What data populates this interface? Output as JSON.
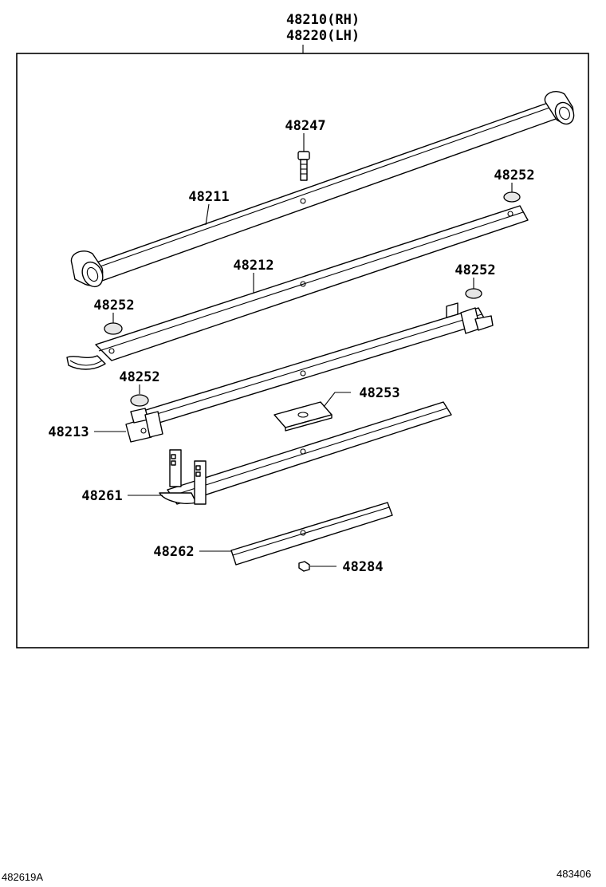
{
  "header": {
    "line1": "48210(RH)",
    "line2": "48220(LH)"
  },
  "parts": {
    "p48247": "48247",
    "p48211": "48211",
    "p48252_a": "48252",
    "p48212": "48212",
    "p48252_b": "48252",
    "p48252_c": "48252",
    "p48252_d": "48252",
    "p48253": "48253",
    "p48213": "48213",
    "p48261": "48261",
    "p48262": "48262",
    "p48284": "48284"
  },
  "footer": {
    "left_code": "482619A",
    "right_code": "483406"
  }
}
